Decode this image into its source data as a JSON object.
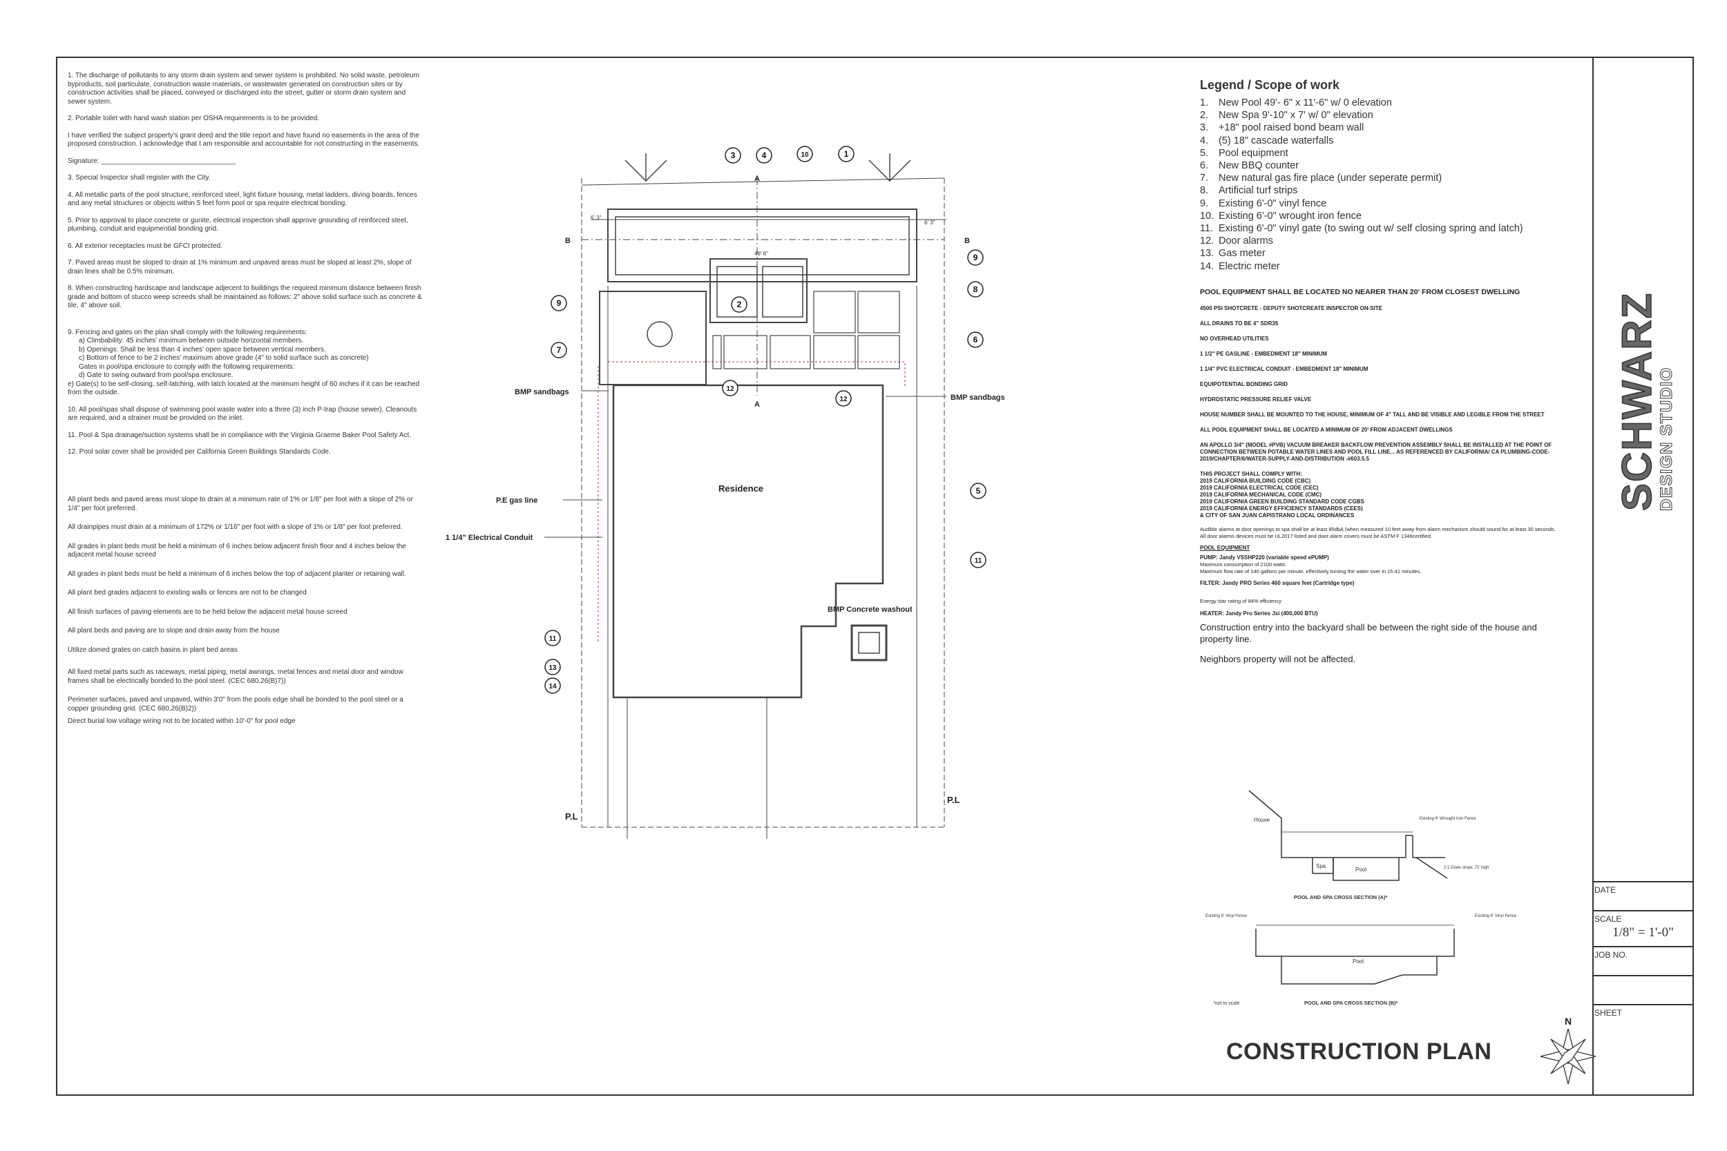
{
  "notes_upper": [
    "1. The discharge of pollutants to any storm drain system and sewer system is prohibited. No solid waste, petroleum byproducts, soil particulate, construction waste materials, or wastewater generated on construction sites or by construction activities shall be placed, conveyed or discharged into the street, gutter or storm drain system and sewer system.",
    "2. Portable toilet with hand wash station per OSHA requirements is to be provided.",
    "I have verified the subject property's grant deed and the title report and have found no easements in the area of the proposed construction. I acknowledge that I am responsible and accountable for not constructing in the easements.",
    "Signature: ___________________________________",
    "3. Special Inspector shall register with the City.",
    "4. All metallic parts of the pool structure, reinforced steel, light fixture housing, metal ladders, diving boards, fences and any metal structures or objects within 5 feet form pool or spa require electrical bonding.",
    "5. Prior to approval to place concrete or gunite, electrical inspection shall approve grounding of reinforced steel, plumbing, conduit and equipmential bonding grid.",
    "6. All exterior receptacles must be GFCI protected.",
    "7. Paved areas must be sloped to drain at 1% minimum and unpaved areas must be sloped at least 2%, slope of drain lines shall be 0.5% minimum.",
    "8. When constructing hardscape and landscape adjecent to buildings the required minimum distance between finish grade and bottom of stucco weep screeds shall be maintained as follows: 2\" above solid surface such as concrete & tile, 4\" above soil."
  ],
  "note9": {
    "intro": "9. Fencing and gates on the plan shall comply with the following requirements:",
    "items": [
      "a) Climbability: 45 inches' minimum between outside horizontal members.",
      "b) Openings: Shall be less than 4 inches' open space between vertical members.",
      "c) Bottom of fence to be 2 inches' maximum above grade (4\" to solid surface such as concrete)",
      "Gates in pool/spa enclosure to comply with the following requirements:",
      "d) Gate to swing outward from pool/spa enclosure.",
      "e) Gate(s) to be self-closing, self-latching, with latch located at the minimum height of 60 inches if it can be reached from the outside."
    ]
  },
  "notes_upper_tail": [
    "10. All pool/spas shall dispose of swimming pool waste water into a three (3) inch P-trap (house sewer). Cleanouts are required, and a strainer must be provided on the inlet.",
    "11. Pool & Spa drainage/suction systems shall be in compliance with the Virginia Graeme Baker Pool Safety Act.",
    "12. Pool solar cover shall be provided per California Green Buildings Standards Code."
  ],
  "notes_lower": [
    "All plant beds and paved areas must slope to drain at a minimum rate of 1% or 1/8\" per foot with a slope of 2% or 1/4\" per foot preferred.",
    "All drainpipes must drain at a minimum of 172% or 1/16\" per foot with a slope of 1% or 1/8\" per foot preferred.",
    "All grades in plant beds must be held a minimum of 6 inches below adjacent finish floor and 4 inches below the adjacent metal house screed",
    "All grades in plant beds must be held a minimum of 6 inches below the top of adjacent planter or retaining wall.",
    "All plant bed grades adjacent to existing walls or fences are not to be changed",
    "All finish surfaces of paving elements are to be held below the adjacent metal house screed",
    "All plant beds and paving are to slope and drain away from the house",
    "Utilize domed grates on catch basins in plant bed areas",
    "All fixed metal parts such as raceways, metal piping, metal awnings, metal fences and metal door and window frames shall be electrically bonded to the pool steel. (CEC 680,26(B)7))",
    "Perimeter surfaces, paved and unpaved, within 3'0\" from the pools edge shall be bonded to the pool steel or a copper grounding grid. (CEC 680,26(B)2))",
    "Direct burial low voltage wiring not to be located within 10'-0\" for pool edge"
  ],
  "legend": {
    "title": "Legend / Scope of work",
    "items": [
      {
        "num": "1.",
        "text": "New Pool 49'- 6\" x 11'-6\" w/ 0 elevation"
      },
      {
        "num": "2.",
        "text": "New Spa 9'-10\" x 7' w/ 0\" elevation"
      },
      {
        "num": "3.",
        "text": "+18\" pool raised bond beam wall"
      },
      {
        "num": "4.",
        "text": "(5) 18\" cascade waterfalls"
      },
      {
        "num": "5.",
        "text": "Pool equipment"
      },
      {
        "num": "6.",
        "text": "New BBQ counter"
      },
      {
        "num": "7.",
        "text": "New natural gas fire place (under seperate permit)"
      },
      {
        "num": "8.",
        "text": "Artificial turf strips"
      },
      {
        "num": "9.",
        "text": "Existing 6'-0\" vinyl fence"
      },
      {
        "num": "10.",
        "text": "Existing 6'-0\" wrought iron fence"
      },
      {
        "num": "11.",
        "text": "Existing 6'-0\" vinyl gate (to swing out w/ self closing spring and latch)"
      },
      {
        "num": "12.",
        "text": "Door alarms"
      },
      {
        "num": "13.",
        "text": "Gas meter"
      },
      {
        "num": "14.",
        "text": "Electric meter"
      }
    ]
  },
  "equipment": {
    "header": "POOL EQUIPMENT SHALL BE LOCATED NO NEARER THAN 20' FROM CLOSEST DWELLING",
    "bold_notes": [
      "4500 PSI SHOTCRETE - DEPUTY SHOTCREATE INSPECTOR ON-SITE",
      "ALL DRAINS TO BE 4\" SDR35",
      "NO OVERHEAD UTILITIES",
      "1 1/2\" PE GASLINE - EMBEDMENT 18\" MINIMUM",
      "1 1/4\" PVC ELECTRICAL CONDUIT - EMBEDMENT 18\" MINIMUM",
      "EQUIPOTENTIAL BONDING GRID",
      "HYDROSTATIC PRESSURE RELIEF VALVE",
      "HOUSE NUMBER SHALL BE MOUNTED TO THE HOUSE, MINIMUM OF 4\" TALL AND BE VISIBLE AND LEGIBLE FROM THE STREET",
      "ALL POOL EQUIPMENT SHALL BE LOCATED A MINIMUM OF 20' FROM ADJACENT DWELLINGS",
      "AN APOLLO 3/4\" (MODEL #PVB) VACUUM BREAKER BACKFLOW PREVENTION ASSEMBLY SHALL BE INSTALLED AT THE POINT OF CONNECTION BETWEEN POTABLE WATER LINES AND POOL FILL LINE... AS REFERENCED BY CALIFORNIA/ CA PLUMBING-CODE-2019/CHAPTER/6/WATER-SUPPLY-AND-DISTRIBUTION -#603.5.5"
    ],
    "codes_intro": "THIS PROJECT SHALL COMPLY WITH:",
    "codes": [
      "2019 CALIFORNIA BUILDING CODE (CBC)",
      "2019 CALIFORNIA ELECTRICAL CODE  (CEC)",
      "2019 CALIFORNIA MECHANICAL CODE (CMC)",
      "2019 CALIFORNIA GREEN BUILDING STANDARD CODE CGBS",
      "2019 CALIFORNIA ENERGY EFFICIENCY STANDARDS (CEES)",
      "& CITY OF SAN JUAN CAPISTRANO LOCAL ORDINANCES"
    ],
    "alarm_notes": [
      "Audible alarms at door openings to spa shall be at least 85dbA (when measured 10 feet away from alarm mechanism should sound for at least 30 seconds.",
      "All door alarms devices must be UL2017 listed and door alarm covers must be ASTM F 1346certified."
    ],
    "pool_equipment_title": "POOL EQUIPMENT",
    "pump": "PUMP: Jandy VSSHP220 (variable speed ePUMP)",
    "pump_details": [
      "Maximum consumption of 2100 watts",
      "Maximum flow rate of 146 gallons per minute, effectively turning the water over in 15.41 minutes."
    ],
    "filter": "FILTER: Jandy PRO Series 460 square feet (Cartridge type)",
    "energy": "Energy star rating of 84% efficiency",
    "heater": "HEATER: Jandy Pro Series Jxi (400,000 BTU)",
    "construction_entry": "Construction entry into the backyard shall be between the right side of the house and property line.",
    "neighbors": "Neighbors property will not be affected."
  },
  "plan": {
    "residence": "Residence",
    "bmp_washout": "BMP Concrete washout",
    "bmp_left": "BMP sandbags",
    "bmp_right": "BMP sandbags",
    "gas_line": "P.E gas line",
    "conduit": "1 1/4\" Electrical Conduit",
    "pl_left": "P.L",
    "pl_right": "P.L",
    "section_a_top": "A",
    "section_a_bottom": "A",
    "section_b_left": "B",
    "section_b_right": "B",
    "dim_top": "49' 6\"",
    "dim_left": "6' 3\"",
    "dim_right": "6' 3\"",
    "callouts": {
      "c3": "3",
      "c4": "4",
      "c10": "10",
      "c1": "1",
      "c9r": "9",
      "c8": "8",
      "c6": "6",
      "c9l": "9",
      "c2": "2",
      "c7": "7",
      "c12a": "12",
      "c12b": "12",
      "c5": "5",
      "c11r": "11",
      "c11l": "11",
      "c13": "13",
      "c14": "14"
    }
  },
  "sections": {
    "a_title": "POOL AND SPA CROSS SECTION (A)*",
    "b_title": "POOL AND SPA CROSS SECTION (B)*",
    "house": "House",
    "spa": "Spa",
    "pool_a": "Pool",
    "pool_b": "Pool",
    "wrought_fence": "Existing 6' Wrought Iron Fence",
    "vinyl_left": "Existing 6' Vinyl Fence",
    "vinyl_right": "Existing 6' Vinyl Fence",
    "slope": "2:1 Down slope, 71' high",
    "not_to_scale": "*not to scale"
  },
  "title_block": {
    "logo_main": "SCHWARZ",
    "logo_sub": "DESIGN STUDIO",
    "date_label": "DATE",
    "scale_label": "SCALE",
    "scale_value": "1/8\" = 1'-0\"",
    "job_label": "JOB NO.",
    "sheet_label": "SHEET"
  },
  "plan_title": "CONSTRUCTION PLAN",
  "north": "N"
}
